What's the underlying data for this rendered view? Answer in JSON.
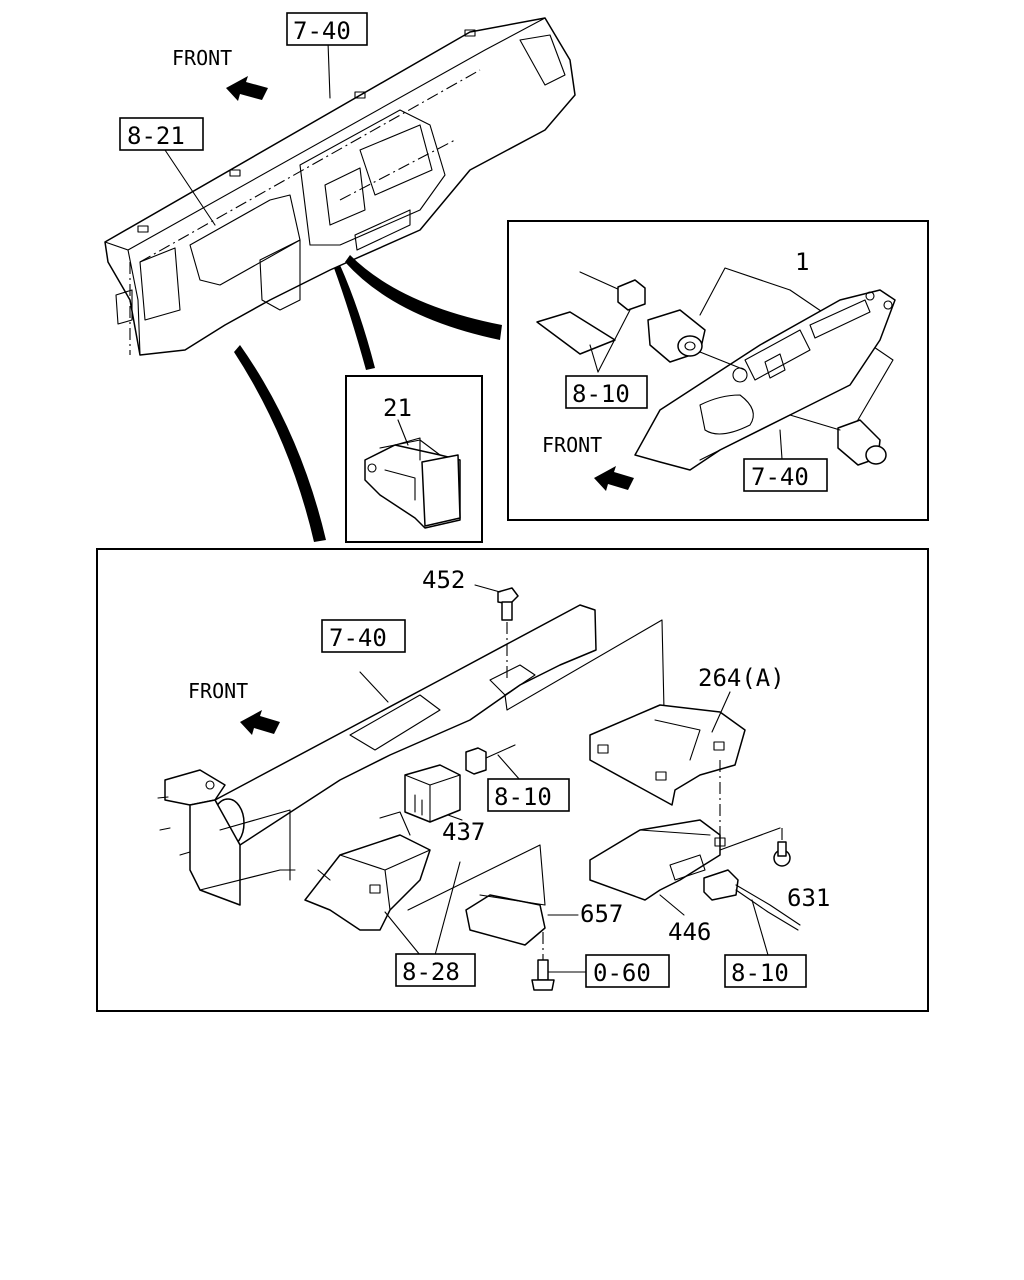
{
  "front_labels": {
    "top": "FRONT",
    "inset_right": "FRONT",
    "bottom": "FRONT"
  },
  "reference_boxes": {
    "top_7_40": "7-40",
    "top_8_21": "8-21",
    "inset_8_10": "8-10",
    "inset_7_40": "7-40",
    "bottom_7_40": "7-40",
    "bottom_8_10_a": "8-10",
    "bottom_8_28": "8-28",
    "bottom_0_60": "0-60",
    "bottom_8_10_b": "8-10"
  },
  "part_numbers": {
    "p1": "1",
    "p21": "21",
    "p452": "452",
    "p264a": "264(A)",
    "p437": "437",
    "p657": "657",
    "p631": "631",
    "p446": "446"
  }
}
